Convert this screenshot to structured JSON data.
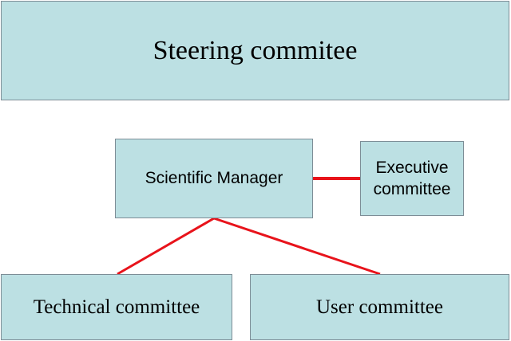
{
  "diagram": {
    "nodes": {
      "steering": {
        "label": "Steering commitee"
      },
      "scientific_manager": {
        "label": "Scientific Manager"
      },
      "executive": {
        "label": "Executive\ncommittee"
      },
      "technical": {
        "label": "Technical committee"
      },
      "user": {
        "label": "User committee"
      }
    },
    "edges": [
      {
        "from": "scientific_manager",
        "to": "executive"
      },
      {
        "from": "scientific_manager",
        "to": "technical"
      },
      {
        "from": "scientific_manager",
        "to": "user"
      }
    ],
    "colors": {
      "box_fill": "#bce0e3",
      "box_border": "#7d8d96",
      "connector": "#e8131b"
    }
  }
}
